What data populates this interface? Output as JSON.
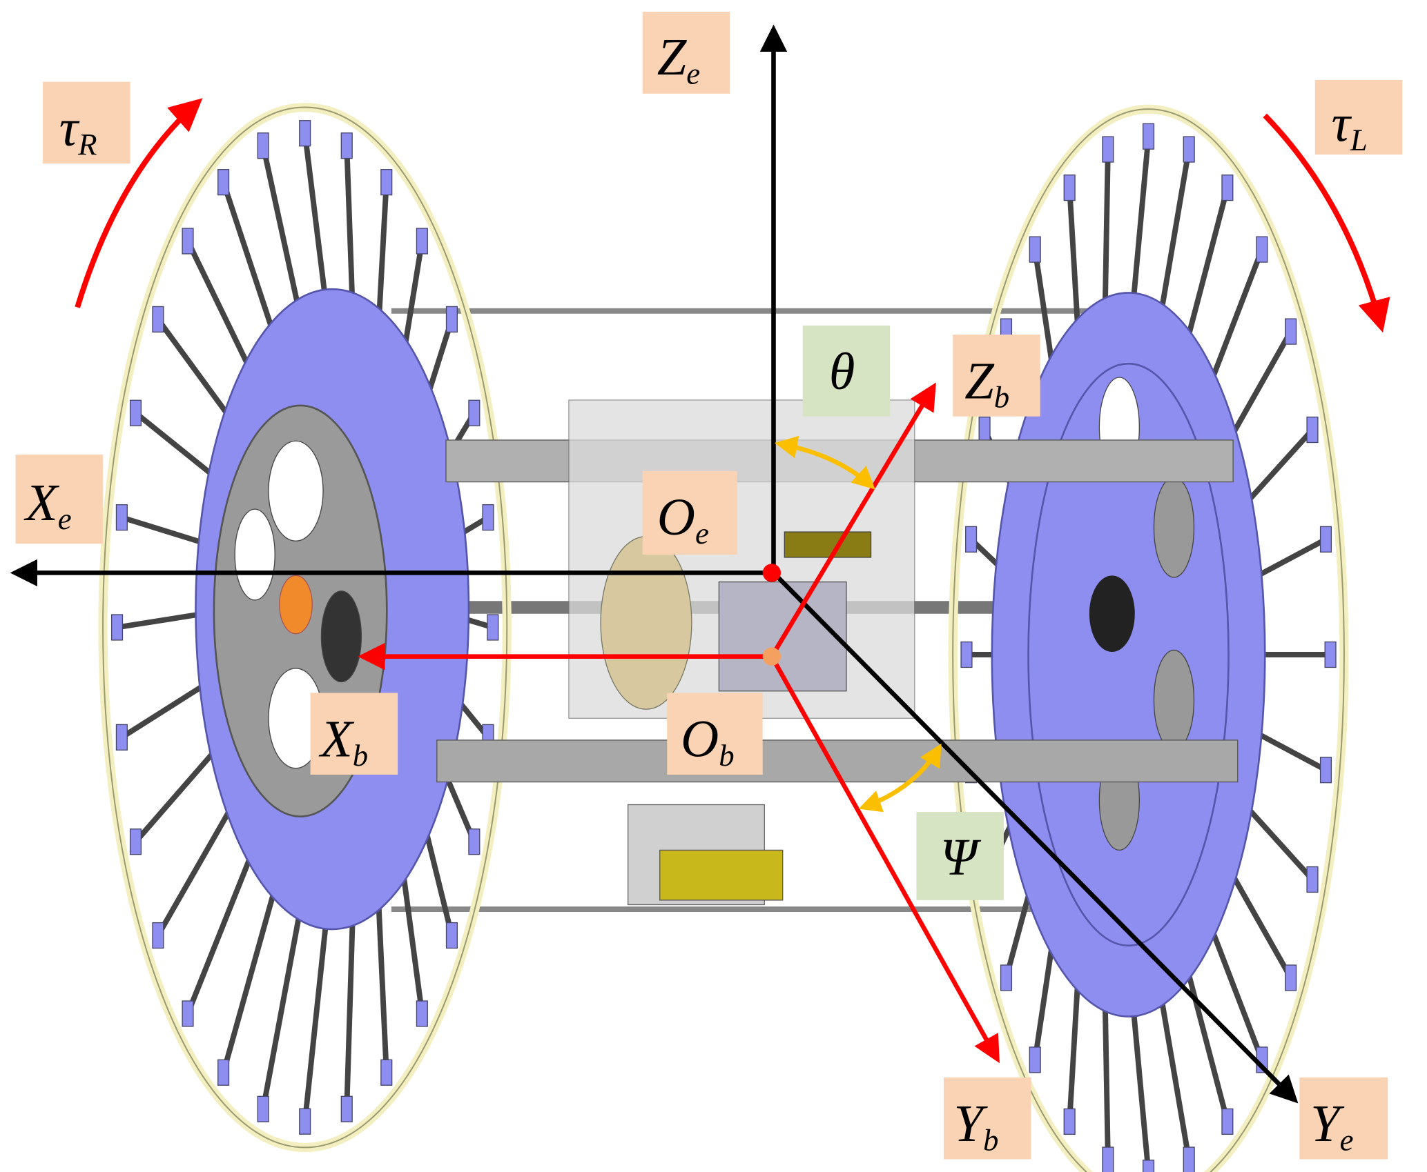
{
  "labels": {
    "ze": {
      "main": "Z",
      "sub": "e"
    },
    "tau_r": {
      "main": "τ",
      "sub": "R"
    },
    "tau_l": {
      "main": "τ",
      "sub": "L"
    },
    "theta": {
      "main": "θ"
    },
    "zb": {
      "main": "Z",
      "sub": "b"
    },
    "xe": {
      "main": "X",
      "sub": "e"
    },
    "oe": {
      "main": "O",
      "sub": "e"
    },
    "xb": {
      "main": "X",
      "sub": "b"
    },
    "ob": {
      "main": "O",
      "sub": "b"
    },
    "psi": {
      "main": "Ψ"
    },
    "yb": {
      "main": "Y",
      "sub": "b"
    },
    "ye": {
      "main": "Y",
      "sub": "e"
    }
  },
  "colors": {
    "label_bg": "#f9d3b4",
    "angle_bg": "#d6e4c4",
    "earth_axis": "#000000",
    "body_axis": "#ff0000",
    "angle_arc": "#fbbf00",
    "disc": "#8e8ef0",
    "rim": "#f3efc0",
    "frame": "#a9a9a9"
  },
  "spoke_count": 28
}
